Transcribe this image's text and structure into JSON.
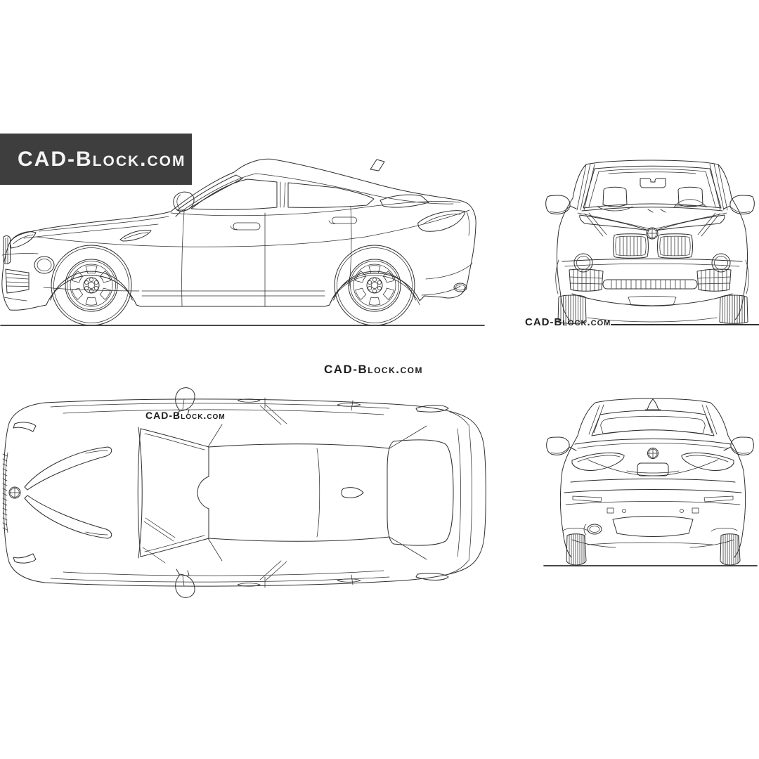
{
  "page": {
    "background": "#ffffff",
    "line_color": "#2f2f2f"
  },
  "banner": {
    "label": "CAD-Block.com",
    "bg_color": "#3e3e3e",
    "text_color": "#f4f4f4"
  },
  "watermarks": {
    "front_view_label": "CAD-Block.com",
    "center_label": "CAD-Block.com",
    "top_view_label": "CAD-Block.com"
  }
}
